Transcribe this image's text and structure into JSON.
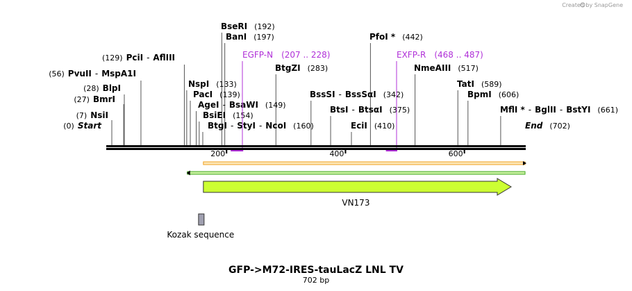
{
  "credit": "Created by SnapGene",
  "title": "GFP->M72-IRES-tauLacZ LNL TV",
  "subtitle": "702 bp",
  "sequence_length": 702,
  "scale_ticks": [
    "200",
    "400",
    "600"
  ],
  "scale_tick_values": [
    200,
    400,
    600
  ],
  "sites": [
    {
      "id": "start",
      "pos": 0,
      "parts": [
        {
          "t": "(0)",
          "k": "pos"
        },
        {
          "t": "Start",
          "k": "end"
        }
      ]
    },
    {
      "id": "nsiI",
      "pos": 7,
      "parts": [
        {
          "t": "(7)",
          "k": "pos"
        },
        {
          "t": "NsiI",
          "k": "enz"
        }
      ]
    },
    {
      "id": "bmrI",
      "pos": 27,
      "parts": [
        {
          "t": "(27)",
          "k": "pos"
        },
        {
          "t": "BmrI",
          "k": "enz"
        }
      ]
    },
    {
      "id": "blpI",
      "pos": 28,
      "parts": [
        {
          "t": "(28)",
          "k": "pos"
        },
        {
          "t": "BlpI",
          "k": "enz"
        }
      ]
    },
    {
      "id": "pvuII",
      "pos": 56,
      "parts": [
        {
          "t": "(56)",
          "k": "pos"
        },
        {
          "t": "PvuII",
          "k": "enz"
        },
        {
          "t": "-",
          "k": "sep"
        },
        {
          "t": "MspA1I",
          "k": "enz"
        }
      ]
    },
    {
      "id": "pclI",
      "pos": 129,
      "parts": [
        {
          "t": "(129)",
          "k": "pos"
        },
        {
          "t": "PciI",
          "k": "enz"
        },
        {
          "t": "-",
          "k": "sep"
        },
        {
          "t": "AflIII",
          "k": "enz"
        }
      ]
    },
    {
      "id": "nspI",
      "pos": 133,
      "parts": [
        {
          "t": "NspI",
          "k": "enz"
        },
        {
          "t": "(133)",
          "k": "pos"
        }
      ]
    },
    {
      "id": "pacI",
      "pos": 139,
      "parts": [
        {
          "t": "PacI",
          "k": "enz"
        },
        {
          "t": "(139)",
          "k": "pos"
        }
      ]
    },
    {
      "id": "ageI",
      "pos": 149,
      "parts": [
        {
          "t": "AgeI",
          "k": "enz"
        },
        {
          "t": "-",
          "k": "sep"
        },
        {
          "t": "BsaWI",
          "k": "enz"
        },
        {
          "t": "(149)",
          "k": "pos"
        }
      ]
    },
    {
      "id": "bsiEI",
      "pos": 154,
      "parts": [
        {
          "t": "BsiEI",
          "k": "enz"
        },
        {
          "t": "(154)",
          "k": "pos"
        }
      ]
    },
    {
      "id": "btgI",
      "pos": 160,
      "parts": [
        {
          "t": "BtgI",
          "k": "enz"
        },
        {
          "t": "-",
          "k": "sep"
        },
        {
          "t": "StyI",
          "k": "enz"
        },
        {
          "t": "-",
          "k": "sep"
        },
        {
          "t": "NcoI",
          "k": "enz"
        },
        {
          "t": "(160)",
          "k": "pos"
        }
      ]
    },
    {
      "id": "bseRI",
      "pos": 192,
      "parts": [
        {
          "t": "BseRI",
          "k": "enz"
        },
        {
          "t": "(192)",
          "k": "pos"
        }
      ]
    },
    {
      "id": "banI",
      "pos": 197,
      "parts": [
        {
          "t": "BanI",
          "k": "enz"
        },
        {
          "t": "(197)",
          "k": "pos"
        }
      ]
    },
    {
      "id": "btgZI",
      "pos": 283,
      "parts": [
        {
          "t": "BtgZI",
          "k": "enz"
        },
        {
          "t": "(283)",
          "k": "pos"
        }
      ]
    },
    {
      "id": "bssSI",
      "pos": 342,
      "parts": [
        {
          "t": "BssSI",
          "k": "enz"
        },
        {
          "t": "-",
          "k": "sep"
        },
        {
          "t": "BssSαI",
          "k": "enz"
        },
        {
          "t": "(342)",
          "k": "pos"
        }
      ]
    },
    {
      "id": "btsI",
      "pos": 375,
      "parts": [
        {
          "t": "BtsI",
          "k": "enz"
        },
        {
          "t": "-",
          "k": "sep"
        },
        {
          "t": "BtsαI",
          "k": "enz"
        },
        {
          "t": "(375)",
          "k": "pos"
        }
      ]
    },
    {
      "id": "eciI",
      "pos": 410,
      "parts": [
        {
          "t": "EciI",
          "k": "enz"
        },
        {
          "t": "(410)",
          "k": "pos"
        }
      ]
    },
    {
      "id": "pfoI",
      "pos": 442,
      "parts": [
        {
          "t": "PfoI *",
          "k": "enz"
        },
        {
          "t": "(442)",
          "k": "pos"
        }
      ]
    },
    {
      "id": "nmeAIII",
      "pos": 517,
      "parts": [
        {
          "t": "NmeAIII",
          "k": "enz"
        },
        {
          "t": "(517)",
          "k": "pos"
        }
      ]
    },
    {
      "id": "tatI",
      "pos": 589,
      "parts": [
        {
          "t": "TatI",
          "k": "enz"
        },
        {
          "t": "(589)",
          "k": "pos"
        }
      ]
    },
    {
      "id": "bpmI",
      "pos": 606,
      "parts": [
        {
          "t": "BpmI",
          "k": "enz"
        },
        {
          "t": "(606)",
          "k": "pos"
        }
      ]
    },
    {
      "id": "mflI",
      "pos": 661,
      "parts": [
        {
          "t": "MflI *",
          "k": "enz"
        },
        {
          "t": "-",
          "k": "sep"
        },
        {
          "t": "BglII",
          "k": "enz"
        },
        {
          "t": "-",
          "k": "sep"
        },
        {
          "t": "BstYI",
          "k": "enz"
        },
        {
          "t": "(661)",
          "k": "pos"
        }
      ]
    },
    {
      "id": "end",
      "pos": 702,
      "parts": [
        {
          "t": "End",
          "k": "end"
        },
        {
          "t": "(702)",
          "k": "pos"
        }
      ]
    }
  ],
  "primers": [
    {
      "name": "EGFP-N",
      "range": "(207 .. 228)",
      "start": 207,
      "end": 228
    },
    {
      "name": "EXFP-R",
      "range": "(468 .. 487)",
      "start": 468,
      "end": 487
    }
  ],
  "features": {
    "vn173": {
      "label": "VN173",
      "start": 161,
      "end": 702,
      "color": "#ccff33"
    },
    "kozak": {
      "label": "Kozak sequence",
      "start": 154,
      "end": 160,
      "color": "#a0a0b0"
    },
    "orange_start": 161,
    "orange_end": 702,
    "green_start": 134,
    "green_end": 702
  },
  "colors": {
    "primer": "#b030d8",
    "orange": "#f0a020",
    "green": "#44aa22",
    "vn173": "#ccff33",
    "kozak": "#a0a0b0"
  }
}
